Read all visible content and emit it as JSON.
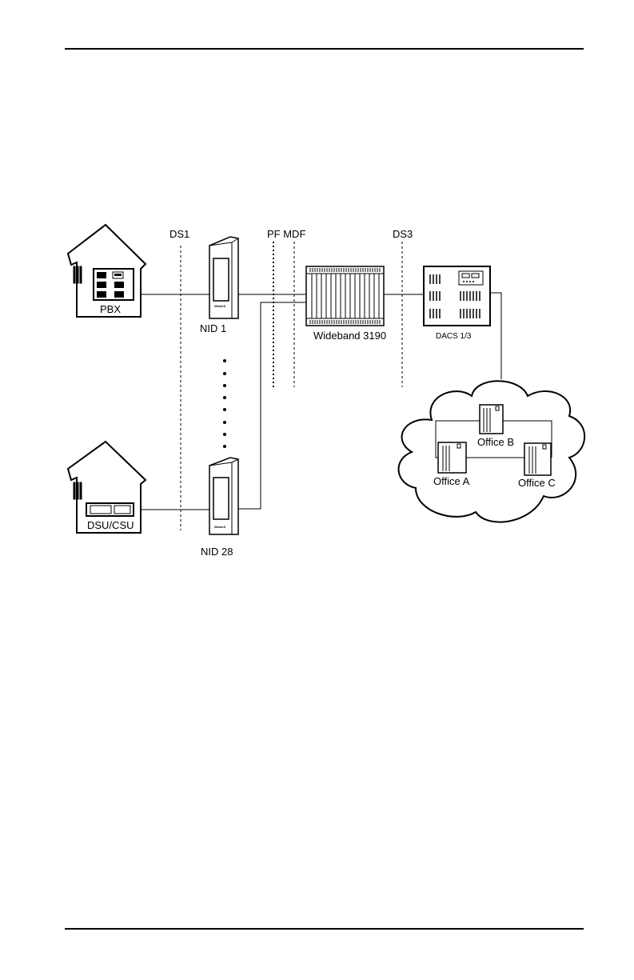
{
  "labels": {
    "ds1": "DS1",
    "pf_mdf": "PF MDF",
    "ds3": "DS3",
    "pbx": "PBX",
    "nid1": "NID 1",
    "wideband": "Wideband 3190",
    "dacs": "DACS 1/3",
    "office_a": "Office A",
    "office_b": "Office B",
    "office_c": "Office C",
    "dsu_csu": "DSU/CSU",
    "nid28": "NID 28"
  },
  "device_brand": "Westell",
  "colors": {
    "line": "#000000",
    "background": "#ffffff"
  }
}
